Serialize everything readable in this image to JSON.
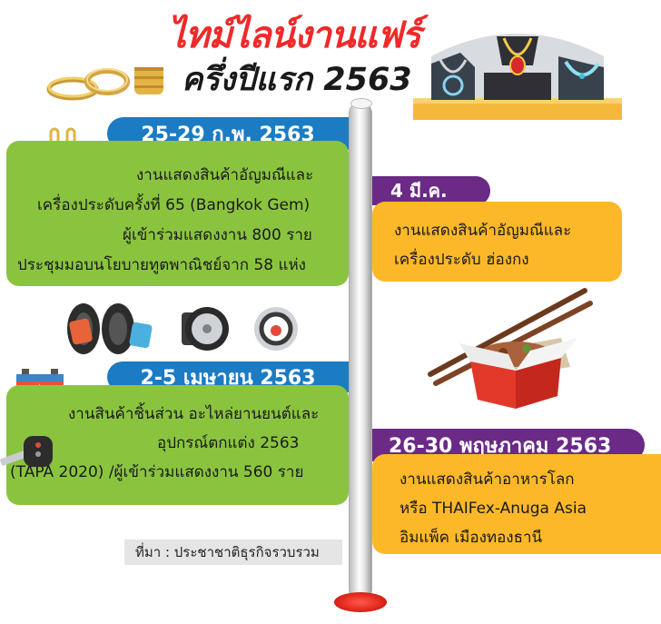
{
  "title": {
    "line1": "ไทม์ไลน์งานแฟร์",
    "line2": "ครึ่งปีแรก 2563"
  },
  "events": [
    {
      "date": "25-29 ก.พ. 2563",
      "lines": [
        "งานแสดงสินค้าอัญมณีและ",
        "เครื่องประดับครั้งที่ 65 (Bangkok Gem)",
        "ผู้เข้าร่วมแสดงงาน 800 ราย",
        "ประชุมมอบนโยบายทูตพาณิชย์จาก 58 แห่ง"
      ]
    },
    {
      "date": "4 มี.ค.",
      "lines": [
        "งานแสดงสินค้าอัญมณีและ",
        "เครื่องประดับ ฮ่องกง"
      ]
    },
    {
      "date": "2-5 เมษายน 2563",
      "lines": [
        "งานสินค้าชิ้นส่วน อะไหล่ยานยนต์และ",
        "อุปกรณ์ตกแต่ง 2563",
        "(TAPA 2020) /ผู้เข้าร่วมแสดงงาน 560 ราย"
      ]
    },
    {
      "date": "26-30 พฤษภาคม 2563",
      "lines": [
        "งานแสดงสินค้าอาหารโลก",
        "หรือ THAIFex-Anuga Asia",
        "อิมแพ็ค เมืองทองธานี"
      ]
    }
  ],
  "source": "ที่มา : ประชาชาติธุรกิจรวบรวม",
  "colors": {
    "title_red": "#ee2a2a",
    "tab_blue": "#1b7bc3",
    "tab_purple": "#6a2a86",
    "box_green": "#8ac43f",
    "box_yellow": "#fdb82a"
  }
}
